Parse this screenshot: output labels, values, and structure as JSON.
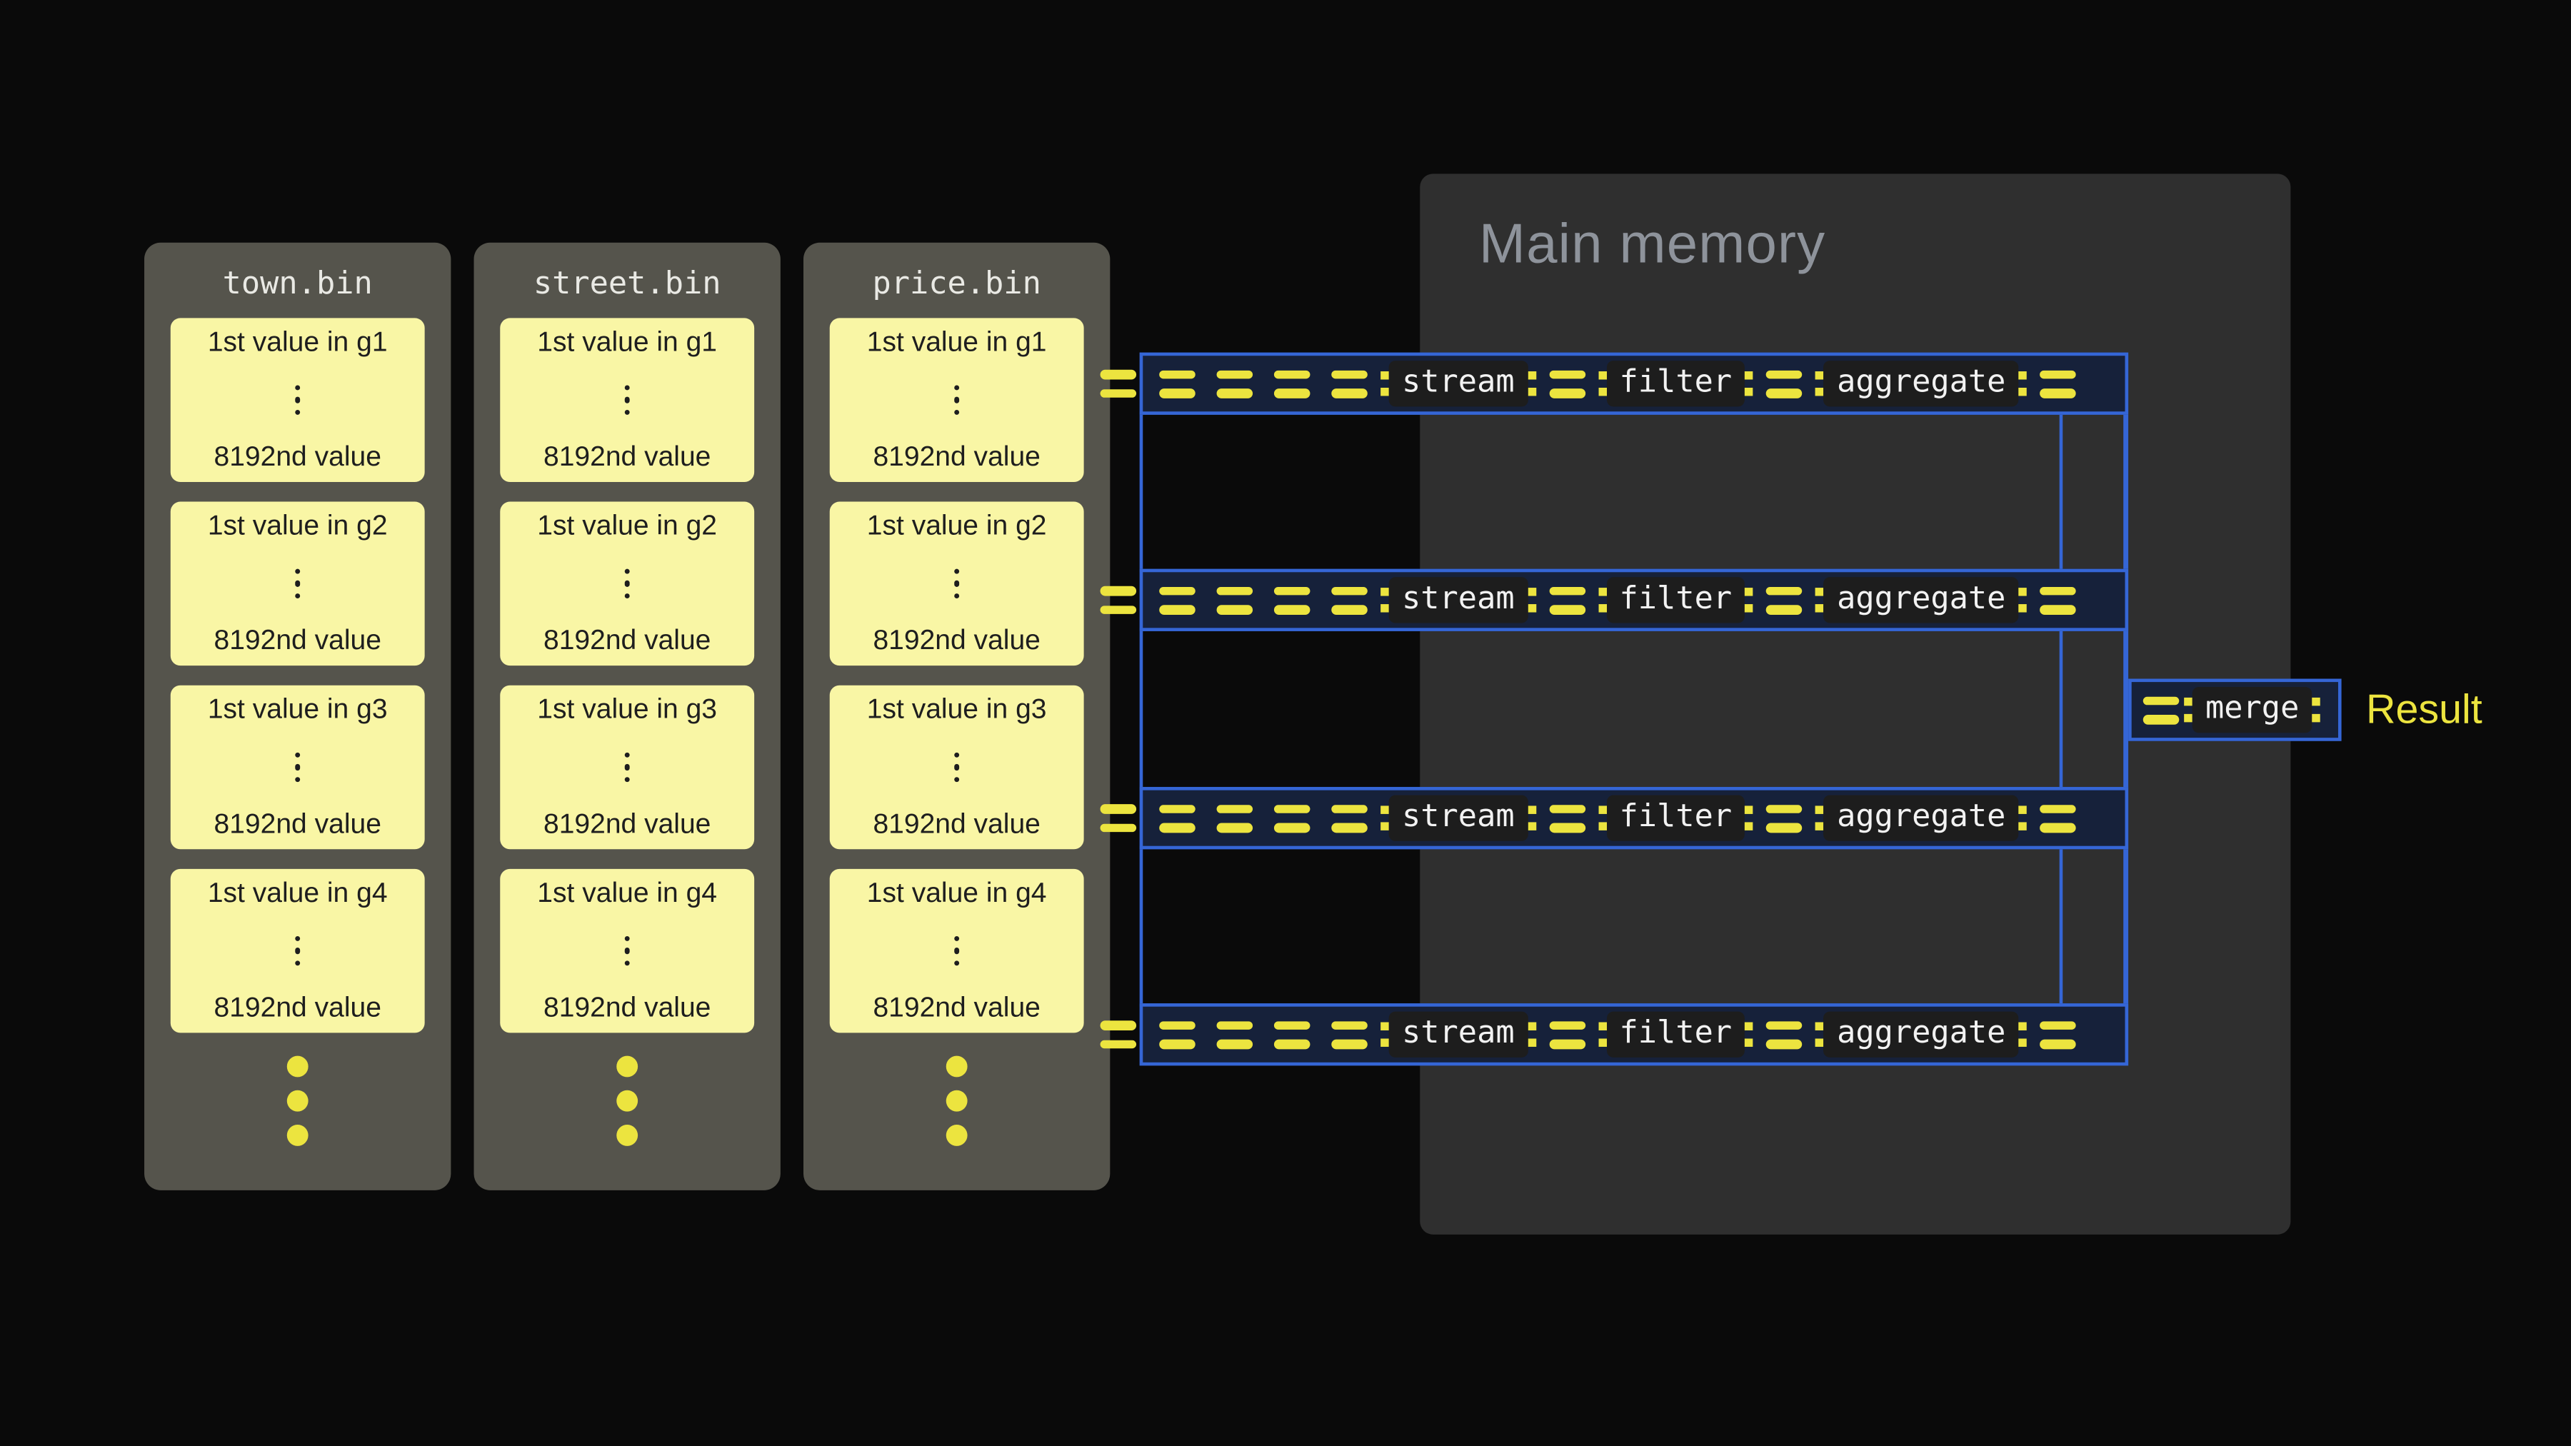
{
  "diagram": {
    "memory": {
      "title": "Main memory"
    },
    "files": [
      {
        "title": "town.bin"
      },
      {
        "title": "street.bin"
      },
      {
        "title": "price.bin"
      }
    ],
    "row_groups": [
      {
        "first": "1st value in g1",
        "last": "8192nd value"
      },
      {
        "first": "1st value in g2",
        "last": "8192nd value"
      },
      {
        "first": "1st value in g3",
        "last": "8192nd value"
      },
      {
        "first": "1st value in g4",
        "last": "8192nd value"
      }
    ],
    "pipeline": {
      "row_count": 4,
      "stages": [
        {
          "label": "stream"
        },
        {
          "label": "filter"
        },
        {
          "label": "aggregate"
        }
      ]
    },
    "merge": {
      "label": "merge"
    },
    "result": {
      "label": "Result"
    },
    "colors": {
      "background": "#0a0a0a",
      "file_panel": "#55544c",
      "value_box": "#f9f6a5",
      "accent_yellow": "#ece43f",
      "pipeline_blue": "#3566d6",
      "band_fill": "#16213a",
      "memory_panel": "#2f2f2f",
      "label_chip": "#1d1d1d"
    }
  }
}
